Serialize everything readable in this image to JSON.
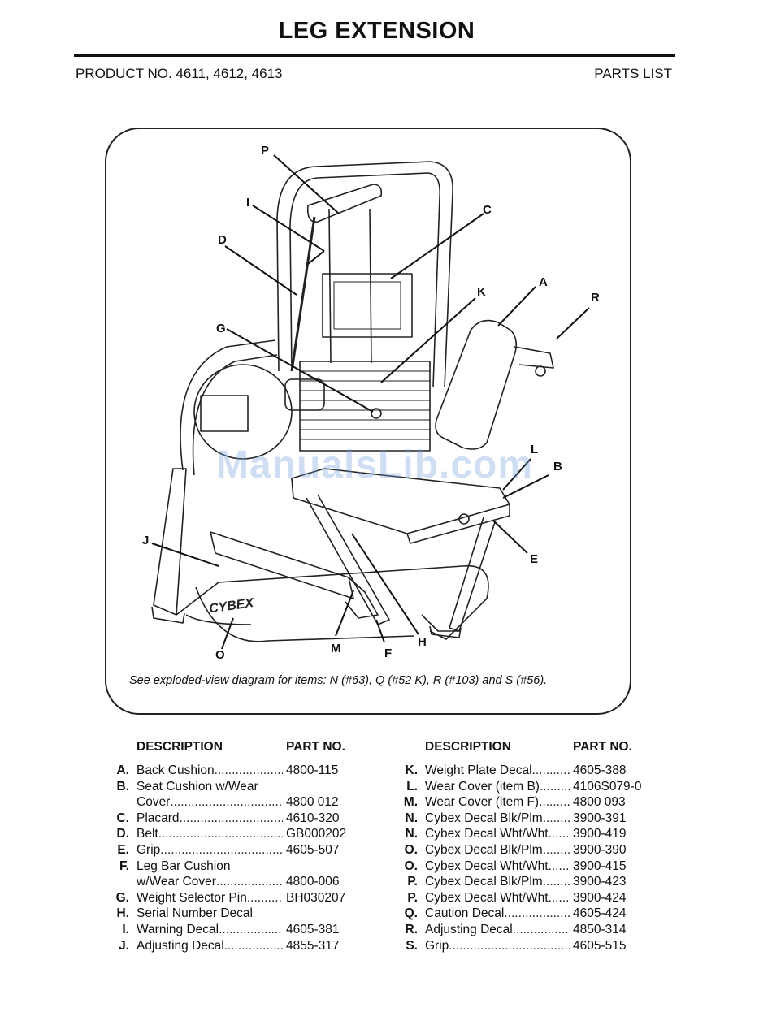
{
  "header": {
    "title": "LEG EXTENSION",
    "product": "PRODUCT NO. 4611, 4612, 4613",
    "section": "PARTS LIST"
  },
  "figure": {
    "callouts": [
      "P",
      "I",
      "C",
      "D",
      "K",
      "A",
      "R",
      "G",
      "L",
      "B",
      "J",
      "E",
      "O",
      "M",
      "F",
      "H"
    ],
    "logo_text": "CYBEX",
    "watermark": "ManualsLib.com",
    "note": "See exploded-view diagram for items: N (#63), Q (#52 K), R (#103) and S (#56)."
  },
  "table": {
    "desc_header": "DESCRIPTION",
    "part_header": "PART NO.",
    "left": [
      {
        "letter": "A.",
        "desc": "Back Cushion",
        "part": "4800-115"
      },
      {
        "letter": "B.",
        "desc": "Seat Cushion w/Wear",
        "part": ""
      },
      {
        "letter": "",
        "desc": "Cover",
        "part": "4800 012"
      },
      {
        "letter": "C.",
        "desc": "Placard",
        "part": "4610-320"
      },
      {
        "letter": "D.",
        "desc": "Belt",
        "part": "GB000202"
      },
      {
        "letter": "E.",
        "desc": "Grip",
        "part": "4605-507"
      },
      {
        "letter": "F.",
        "desc": "Leg Bar Cushion",
        "part": ""
      },
      {
        "letter": "",
        "desc": "w/Wear Cover",
        "part": "4800-006"
      },
      {
        "letter": "G.",
        "desc": "Weight Selector Pin",
        "part": "BH030207"
      },
      {
        "letter": "H.",
        "desc": "Serial Number Decal",
        "part": ""
      },
      {
        "letter": "I.",
        "desc": "Warning Decal",
        "part": "4605-381"
      },
      {
        "letter": "J.",
        "desc": "Adjusting Decal",
        "part": "4855-317"
      }
    ],
    "right": [
      {
        "letter": "K.",
        "desc": "Weight Plate Decal",
        "part": "4605-388"
      },
      {
        "letter": "L.",
        "desc": "Wear Cover (item B)",
        "part": "4106S079-0"
      },
      {
        "letter": "M.",
        "desc": "Wear Cover (item F)",
        "part": "4800 093"
      },
      {
        "letter": "N.",
        "desc": "Cybex Decal Blk/Plm",
        "part": "3900-391"
      },
      {
        "letter": "N.",
        "desc": "Cybex Decal Wht/Wht",
        "part": "3900-419"
      },
      {
        "letter": "O.",
        "desc": "Cybex Decal Blk/Plm",
        "part": "3900-390"
      },
      {
        "letter": "O.",
        "desc": "Cybex Decal Wht/Wht",
        "part": "3900-415"
      },
      {
        "letter": "P.",
        "desc": "Cybex Decal Blk/Plm",
        "part": "3900-423"
      },
      {
        "letter": "P.",
        "desc": "Cybex Decal Wht/Wht",
        "part": "3900-424"
      },
      {
        "letter": "Q.",
        "desc": "Caution Decal",
        "part": "4605-424"
      },
      {
        "letter": "R.",
        "desc": "Adjusting Decal",
        "part": "4850-314"
      },
      {
        "letter": "S.",
        "desc": "Grip",
        "part": "4605-515"
      }
    ]
  }
}
